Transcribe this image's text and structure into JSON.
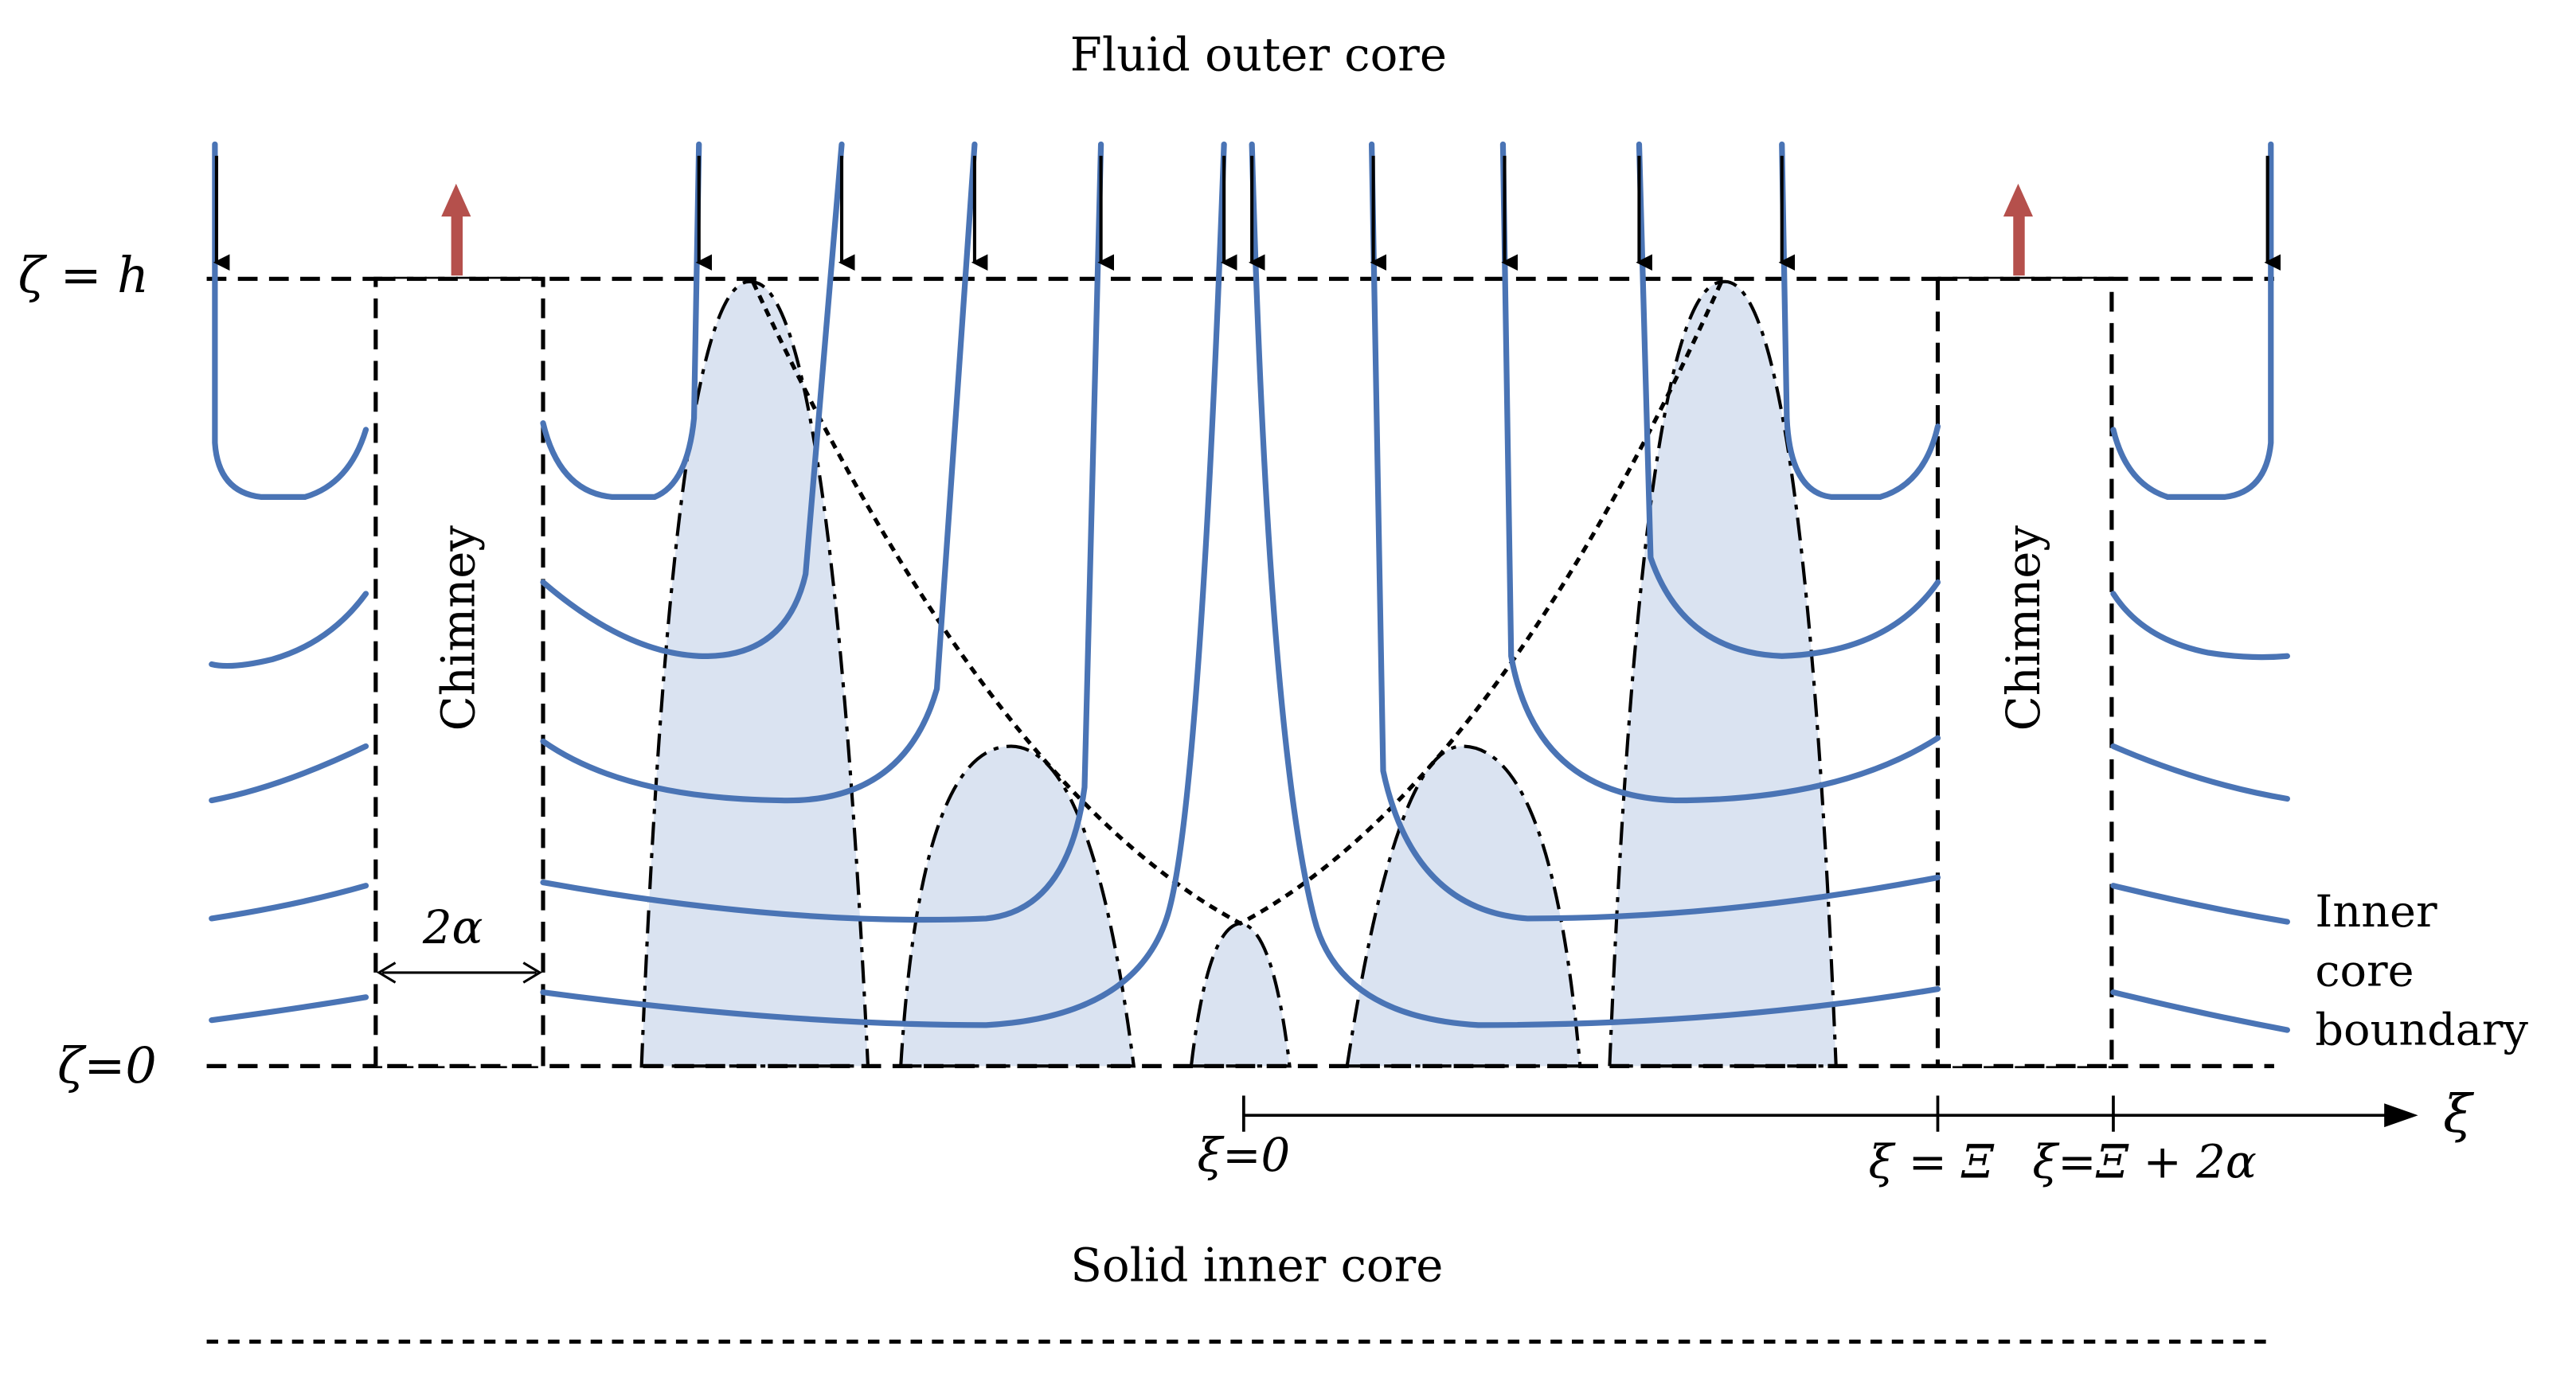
{
  "labels": {
    "fluid_outer_core": "Fluid outer core",
    "solid_inner_core": "Solid inner core",
    "chimney": "Chimney",
    "zeta_h": "ζ = h",
    "zeta_0": "ζ=0",
    "two_alpha": "2α",
    "inner_core_boundary": [
      "Inner",
      "core",
      "boundary"
    ],
    "xi_axis": "ξ",
    "xi_0": "ξ=0",
    "xi_Xi": "ξ = Ξ",
    "xi_Xi_2alpha": "ξ=Ξ + 2α"
  },
  "colors": {
    "streamline": "#4a74b5",
    "shaded_region": "#dae3f1",
    "upwelling_arrow": "#b5504c",
    "downwelling_arrow": "#000000",
    "dashed_line": "#000000"
  }
}
